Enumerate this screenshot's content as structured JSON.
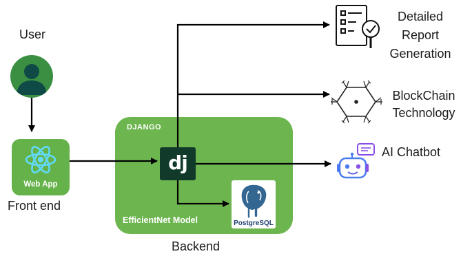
{
  "labels": {
    "user": "User",
    "web_app": "Web App",
    "front_end": "Front end",
    "django": "DJANGO",
    "django_logo": "dj",
    "efficientnet": "EfficientNet Model",
    "postgresql": "PostgreSQL",
    "backend": "Backend",
    "report_line1": "Detailed",
    "report_line2": "Report",
    "report_line3": "Generation",
    "blockchain_line1": "BlockChain",
    "blockchain_line2": "Technology",
    "chatbot": "AI Chatbot"
  },
  "colors": {
    "backend_green": "#6db64f",
    "webapp_green": "#66b24a",
    "user_green": "#3a8f43",
    "user_silhouette": "#0f4a46",
    "django_dark": "#123a2a",
    "postgres_blue": "#336791",
    "chatbot_blue": "#4a7cf0",
    "chatbot_purple": "#8a4ee8",
    "react_cyan": "#61dafb",
    "arrow": "#000000"
  },
  "icons": [
    "user-icon",
    "react-icon",
    "django-icon",
    "postgresql-icon",
    "report-icon",
    "blockchain-icon",
    "chatbot-icon"
  ]
}
